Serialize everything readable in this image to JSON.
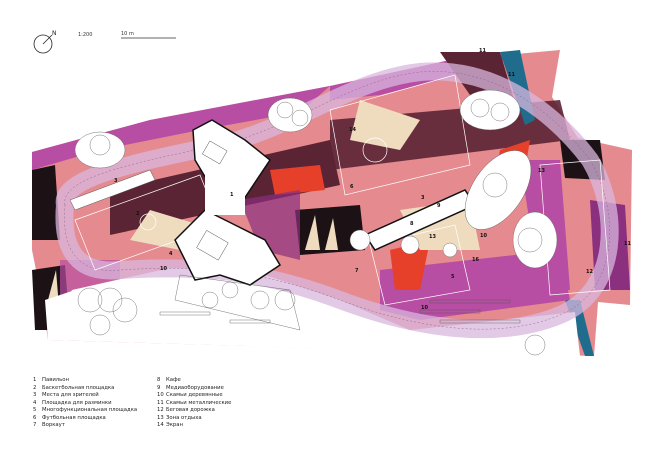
{
  "header": {
    "north_label": "N",
    "scale": "1:200",
    "scalebar_label": "10 m"
  },
  "plan_labels": [
    "11",
    "11",
    "14",
    "1",
    "2",
    "3",
    "6",
    "3",
    "9",
    "8",
    "13",
    "10",
    "16",
    "13",
    "11",
    "12",
    "7",
    "5",
    "10",
    "4",
    "10"
  ],
  "legend": [
    {
      "num": "1",
      "text": "Павильон"
    },
    {
      "num": "2",
      "text": "Баскетбольная площадка"
    },
    {
      "num": "3",
      "text": "Места для зрителей"
    },
    {
      "num": "4",
      "text": "Площадка для разминки"
    },
    {
      "num": "5",
      "text": "Многофункциональная площадка"
    },
    {
      "num": "6",
      "text": "Футбольная площадка"
    },
    {
      "num": "7",
      "text": "Воркаут"
    },
    {
      "num": "8",
      "text": "Кафе"
    },
    {
      "num": "9",
      "text": "Медиаоборудование"
    },
    {
      "num": "10",
      "text": "Скамьи деревянные"
    },
    {
      "num": "11",
      "text": "Скамьи металлические"
    },
    {
      "num": "12",
      "text": "Беговая дорожка"
    },
    {
      "num": "13",
      "text": "Зона отдыха"
    },
    {
      "num": "14",
      "text": "Экран"
    }
  ],
  "colors": {
    "pink": "#e58a8e",
    "magenta": "#b84ea3",
    "maroon": "#5b2434",
    "black": "#1c1216",
    "cream": "#efdcbf",
    "red": "#e6402b",
    "teal": "#1f6c8c",
    "purple": "#8b2f7f",
    "track": "#d8b7dd"
  }
}
